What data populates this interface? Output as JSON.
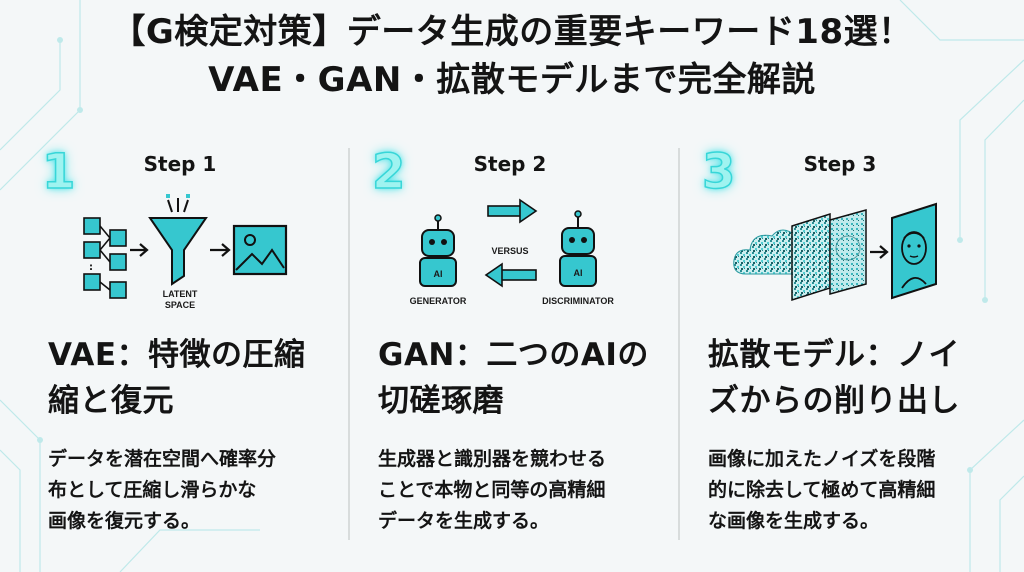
{
  "title": {
    "line1": "【G検定対策】データ生成の重要キーワード18選！",
    "line2": "VAE・GAN・拡散モデルまで完全解説"
  },
  "colors": {
    "accent": "#2ec9cf",
    "text": "#141414",
    "background": "#f4f7f8"
  },
  "steps": [
    {
      "number": "1",
      "label": "Step 1",
      "illustration": {
        "icons": [
          "network-icon",
          "funnel-icon",
          "image-icon"
        ],
        "caption_line1": "LATENT",
        "caption_line2": "SPACE"
      },
      "heading_line1": "VAE：特徴の圧縮",
      "heading_line2": "縮と復元",
      "body_line1": "データを潜在空間へ確率分",
      "body_line2": "布として圧縮し滑らかな",
      "body_line3": "画像を復元する。"
    },
    {
      "number": "2",
      "label": "Step 2",
      "illustration": {
        "icons": [
          "robot-icon",
          "robot-icon",
          "arrow-right-icon",
          "arrow-left-icon"
        ],
        "robot_text": "AI",
        "versus": "VERSUS",
        "left_caption": "GENERATOR",
        "right_caption": "DISCRIMINATOR"
      },
      "heading_line1": "GAN：二つのAIの",
      "heading_line2": "切磋琢磨",
      "body_line1": "生成器と識別器を競わせる",
      "body_line2": "ことで本物と同等の高精細",
      "body_line3": "データを生成する。"
    },
    {
      "number": "3",
      "label": "Step 3",
      "illustration": {
        "icons": [
          "cloud-icon",
          "noise-panel-icon",
          "face-panel-icon"
        ]
      },
      "heading_line1": "拡散モデル：ノイ",
      "heading_line2": "ズからの削り出し",
      "body_line1": "画像に加えたノイズを段階",
      "body_line2": "的に除去して極めて高精細",
      "body_line3": "な画像を生成する。"
    }
  ]
}
